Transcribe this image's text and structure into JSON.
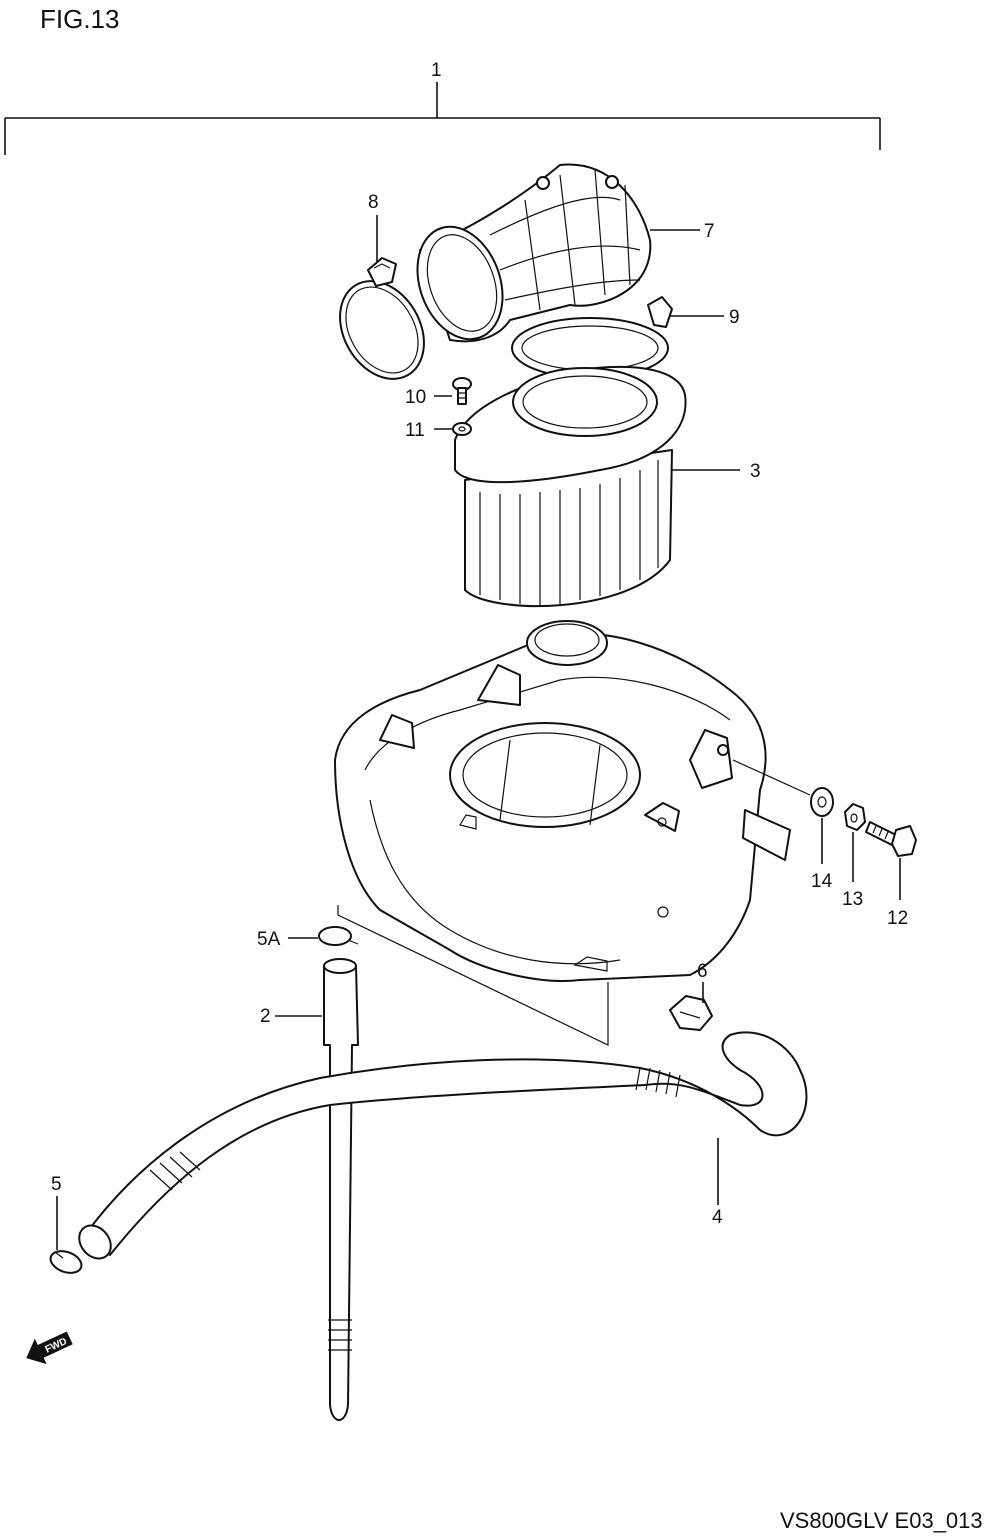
{
  "figure": {
    "title": "FIG.13",
    "code": "VS800GLV E03_013",
    "fwd_label": "FWD"
  },
  "callouts": [
    {
      "key": "1",
      "label": "1"
    },
    {
      "key": "2",
      "label": "2"
    },
    {
      "key": "3",
      "label": "3"
    },
    {
      "key": "4",
      "label": "4"
    },
    {
      "key": "5",
      "label": "5"
    },
    {
      "key": "5A",
      "label": "5A"
    },
    {
      "key": "6",
      "label": "6"
    },
    {
      "key": "7",
      "label": "7"
    },
    {
      "key": "8",
      "label": "8"
    },
    {
      "key": "9",
      "label": "9"
    },
    {
      "key": "10",
      "label": "10"
    },
    {
      "key": "11",
      "label": "11"
    },
    {
      "key": "12",
      "label": "12"
    },
    {
      "key": "13",
      "label": "13"
    },
    {
      "key": "14",
      "label": "14"
    }
  ]
}
